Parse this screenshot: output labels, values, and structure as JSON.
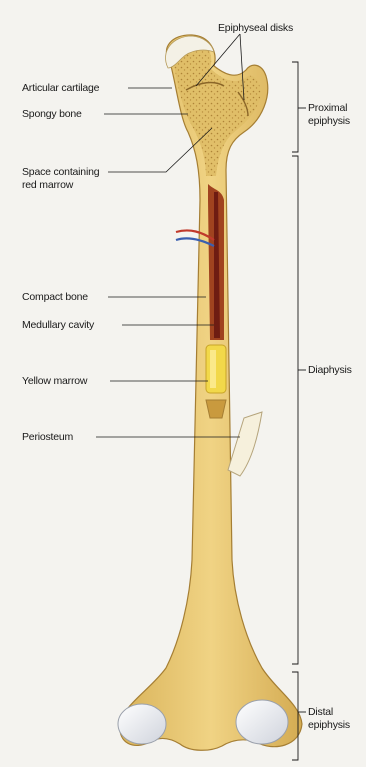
{
  "labels": {
    "epiphyseal_disks": "Epiphyseal disks",
    "articular_cartilage": "Articular cartilage",
    "spongy_bone": "Spongy bone",
    "space_red_marrow_line1": "Space containing",
    "space_red_marrow_line2": "red marrow",
    "compact_bone": "Compact bone",
    "medullary_cavity": "Medullary cavity",
    "yellow_marrow": "Yellow marrow",
    "periosteum": "Periosteum",
    "proximal_line1": "Proximal",
    "proximal_line2": "epiphysis",
    "diaphysis": "Diaphysis",
    "distal_line1": "Distal",
    "distal_line2": "epiphysis"
  },
  "colors": {
    "bone": "#e8c873",
    "bone_dark": "#c9a04a",
    "spongy": "#dcb860",
    "cartilage": "#eef0f4",
    "marrow_red": "#8b2a1e",
    "yellow_marrow": "#f2d84a",
    "artery": "#c0392b",
    "vein": "#3a5fb0",
    "ink": "#1a1a1a"
  }
}
